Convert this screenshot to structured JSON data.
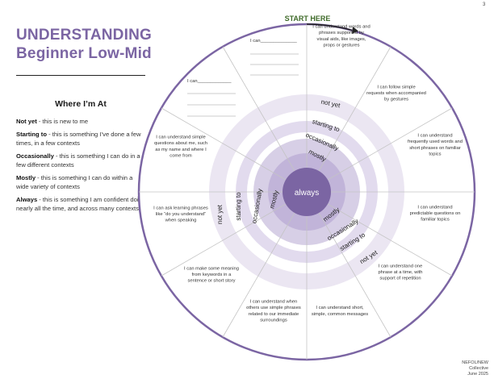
{
  "page_number": "3",
  "title": {
    "line1": "UNDERSTANDING",
    "line2": "Beginner Low-Mid"
  },
  "where_im_at": {
    "heading": "Where I’m At",
    "items": [
      {
        "term": "Not yet",
        "desc": " - this is new to me"
      },
      {
        "term": "Starting to",
        "desc": " - this is something I’ve done a few times, in a few contexts"
      },
      {
        "term": "Occasionally",
        "desc": " - this is something I can do in a few different contexts"
      },
      {
        "term": "Mostly",
        "desc": " - this is something I can do within a wide variety of contexts"
      },
      {
        "term": "Always",
        "desc": " - this is something I am confident doing nearly all the time, and across many contexts"
      }
    ]
  },
  "wheel": {
    "start_label": "START HERE",
    "center_label": "always",
    "ring_labels": [
      "not yet",
      "starting to",
      "occasionally",
      "mostly"
    ],
    "colors": {
      "purple": "#7b65a3",
      "ring_mid": "#d7cfe6",
      "ring_light": "#ebe6f2",
      "ring_inner": "#c1b4d9",
      "title_green": "#3f6b2a"
    },
    "segments": [
      "I can understand words and phrases supported by visual aids, like images, props or gestures",
      "I can follow simple requests when accompanied by gestures",
      "I can understand frequently used words and short phrases on familiar topics",
      "I can understand predictable questions on familiar topics",
      "I can understand one phrase at a time, with support of repetition",
      "I can understand short, simple, common messages",
      "I can understand when others use simple phrases related to our immediate surroundings",
      "I can make some meaning from keywords  in a sentence or short story",
      "I can ask learning phrases like “do you understand” when speaking",
      "I can understand simple questions about me, such as my name and where I come from",
      "I can_____________",
      "I can______________"
    ]
  },
  "footer": {
    "org": "NEFOL/NEW Collective",
    "date": "June 2025"
  }
}
